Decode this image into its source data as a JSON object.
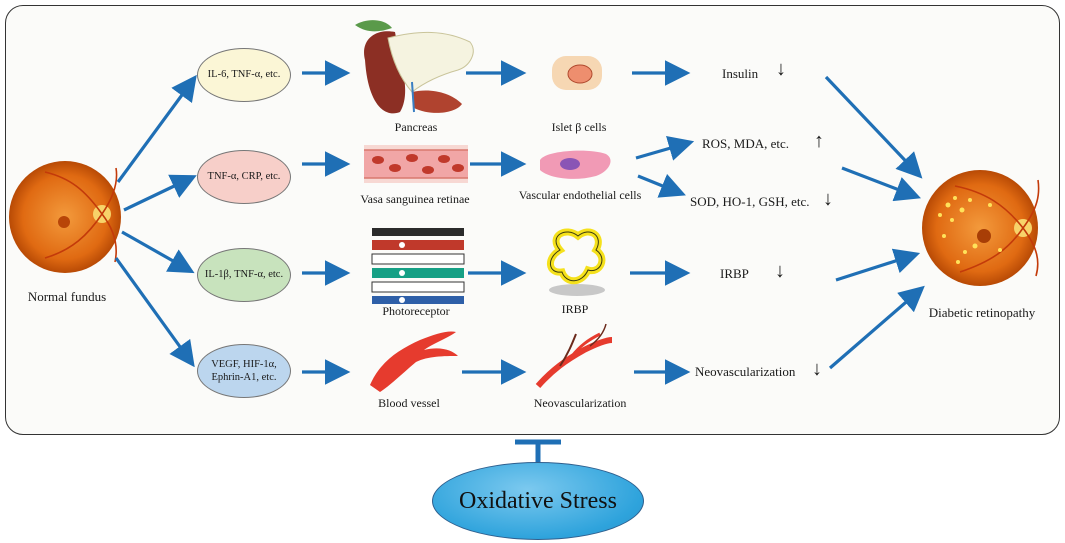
{
  "left_label": "Normal fundus",
  "right_label": "Diabetic retinopathy",
  "bottom_label": "Oxidative Stress",
  "rows": [
    {
      "factors": [
        "IL-6, TNF-α, etc."
      ],
      "tissue": "Pancreas",
      "cell": "Islet β cells"
    },
    {
      "factors": [
        "TNF-α, CRP, etc."
      ],
      "tissue": "Vasa sanguinea retinae",
      "cell": "Vascular endothelial cells"
    },
    {
      "factors": [
        "IL-1β, TNF-α, etc."
      ],
      "tissue": "Photoreceptor",
      "cell": "IRBP"
    },
    {
      "factors": [
        "VEGF, HIF-1α,",
        "Ephrin-A1, etc."
      ],
      "tissue": "Blood vessel",
      "cell": "Neovascularization"
    }
  ],
  "outcomes": [
    {
      "text": "Insulin",
      "arrow": "↓"
    },
    {
      "text": "ROS, MDA, etc.",
      "arrow": "↑"
    },
    {
      "text": "SOD, HO-1, GSH, etc.",
      "arrow": "↓"
    },
    {
      "text": "IRBP",
      "arrow": "↓"
    },
    {
      "text": "Neovascularization",
      "arrow": "↓"
    }
  ],
  "colors": {
    "arrow": "#1f6fb5",
    "fundus": "#e8731e",
    "box_border": "#333333"
  }
}
